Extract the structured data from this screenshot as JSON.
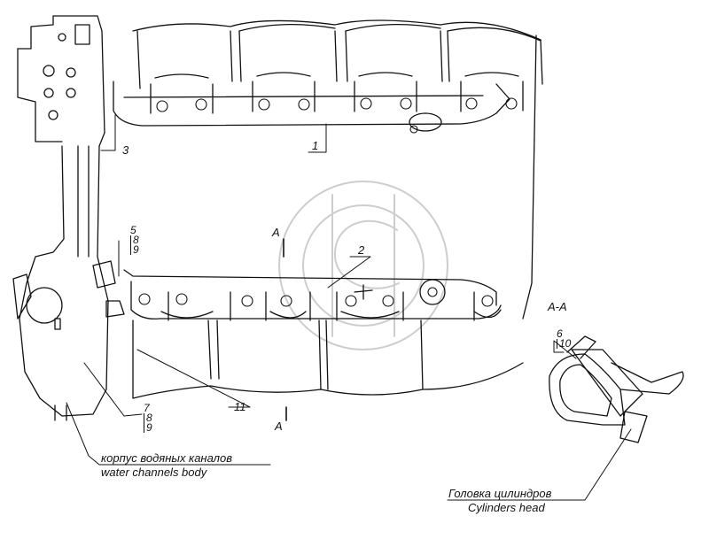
{
  "callouts": {
    "c1": "1",
    "c2": "2",
    "c3": "3",
    "c11": "11",
    "section_top": "A",
    "section_bottom": "A",
    "section_title": "A-A"
  },
  "stacks": {
    "s589": [
      "5",
      "8",
      "9"
    ],
    "s789": [
      "7",
      "8",
      "9"
    ],
    "s610": [
      "6",
      "10"
    ]
  },
  "notes": {
    "water_ru": "корпус водяных каналов",
    "water_en": "water channels body",
    "head_ru": "Головка цилиндров",
    "head_en": "Cylinders head"
  },
  "colors": {
    "ink": "#111111",
    "watermark": "#c8c8c8"
  }
}
